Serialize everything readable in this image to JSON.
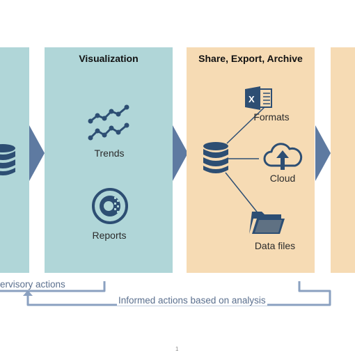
{
  "panels": {
    "visualization": {
      "title": "Visualization",
      "items": [
        {
          "label": "Trends",
          "icon": "trend-lines-icon"
        },
        {
          "label": "Reports",
          "icon": "report-chart-icon"
        }
      ]
    },
    "share": {
      "title": "Share, Export, Archive",
      "items": [
        {
          "label": "Formats",
          "icon": "excel-file-icon"
        },
        {
          "label": "Cloud",
          "icon": "cloud-upload-icon"
        },
        {
          "label": "Data files",
          "icon": "folder-icon"
        }
      ]
    }
  },
  "flows": {
    "supervisory": "ervisory  actions",
    "informed": "Informed  actions based on analysis"
  },
  "footer": {
    "page": "1"
  },
  "colors": {
    "teal_panel": "#b0d6d8",
    "peach_panel": "#f6dbb4",
    "icon_blue": "#2d4e73",
    "arrow_blue": "#5e7aa1",
    "flow_line": "#8aa0c0"
  }
}
